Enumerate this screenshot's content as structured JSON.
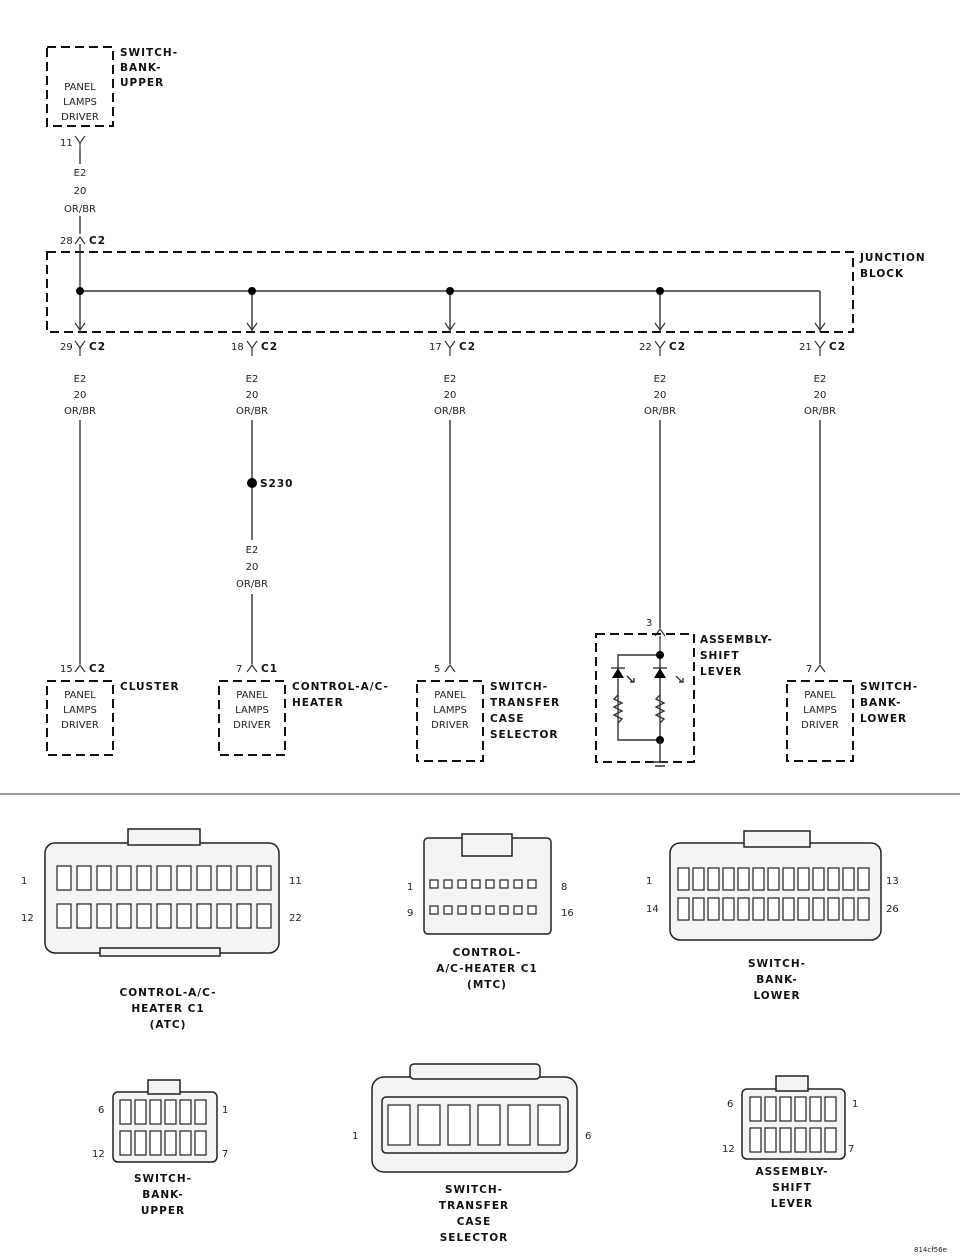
{
  "top_component": {
    "name_lines": [
      "SWITCH-",
      "BANK-",
      "UPPER"
    ],
    "box_lines": [
      "PANEL",
      "LAMPS",
      "DRIVER"
    ],
    "pin": "11"
  },
  "riser_wire": [
    "E2",
    "20",
    "OR/BR"
  ],
  "junction_entry": {
    "pin": "28",
    "connector": "C2"
  },
  "junction_block": [
    "JUNCTION",
    "BLOCK"
  ],
  "branches": [
    {
      "pin": "29",
      "connector": "C2",
      "wire": [
        "E2",
        "20",
        "OR/BR"
      ]
    },
    {
      "pin": "18",
      "connector": "C2",
      "wire": [
        "E2",
        "20",
        "OR/BR"
      ]
    },
    {
      "pin": "17",
      "connector": "C2",
      "wire": [
        "E2",
        "20",
        "OR/BR"
      ]
    },
    {
      "pin": "22",
      "connector": "C2",
      "wire": [
        "E2",
        "20",
        "OR/BR"
      ]
    },
    {
      "pin": "21",
      "connector": "C2",
      "wire": [
        "E2",
        "20",
        "OR/BR"
      ]
    }
  ],
  "splice": {
    "label": "S230",
    "wire": [
      "E2",
      "20",
      "OR/BR"
    ]
  },
  "end_components": [
    {
      "pin": "15",
      "connector": "C2",
      "name_lines": [
        "CLUSTER"
      ],
      "box_lines": [
        "PANEL",
        "LAMPS",
        "DRIVER"
      ]
    },
    {
      "pin": "7",
      "connector": "C1",
      "name_lines": [
        "CONTROL-A/C-",
        "HEATER"
      ],
      "box_lines": [
        "PANEL",
        "LAMPS",
        "DRIVER"
      ]
    },
    {
      "pin": "5",
      "connector": "",
      "name_lines": [
        "SWITCH-",
        "TRANSFER",
        "CASE",
        "SELECTOR"
      ],
      "box_lines": [
        "PANEL",
        "LAMPS",
        "DRIVER"
      ]
    },
    {
      "pin": "3",
      "connector": "",
      "name_lines": [
        "ASSEMBLY-",
        "SHIFT",
        "LEVER"
      ],
      "box_lines": []
    },
    {
      "pin": "7",
      "connector": "",
      "name_lines": [
        "SWITCH-",
        "BANK-",
        "LOWER"
      ],
      "box_lines": [
        "PANEL",
        "LAMPS",
        "DRIVER"
      ]
    }
  ],
  "connector_views": [
    {
      "id": "control-ac-heater-c1-atc",
      "caption": [
        "CONTROL-A/C-",
        "HEATER C1",
        "(ATC)"
      ],
      "pins": [
        "1",
        "11",
        "12",
        "22"
      ]
    },
    {
      "id": "control-ac-heater-c1-mtc",
      "caption": [
        "CONTROL-",
        "A/C-HEATER C1",
        "(MTC)"
      ],
      "pins": [
        "1",
        "8",
        "9",
        "16"
      ]
    },
    {
      "id": "switch-bank-lower",
      "caption": [
        "SWITCH-",
        "BANK-",
        "LOWER"
      ],
      "pins": [
        "1",
        "13",
        "14",
        "26"
      ]
    },
    {
      "id": "switch-bank-upper",
      "caption": [
        "SWITCH-",
        "BANK-",
        "UPPER"
      ],
      "pins": [
        "6",
        "1",
        "12",
        "7"
      ]
    },
    {
      "id": "switch-transfer-case-selector",
      "caption": [
        "SWITCH-",
        "TRANSFER",
        "CASE",
        "SELECTOR"
      ],
      "pins": [
        "1",
        "6"
      ]
    },
    {
      "id": "assembly-shift-lever",
      "caption": [
        "ASSEMBLY-",
        "SHIFT",
        "LEVER"
      ],
      "pins": [
        "6",
        "1",
        "12",
        "7"
      ]
    }
  ],
  "figure_code": "814cf56e"
}
